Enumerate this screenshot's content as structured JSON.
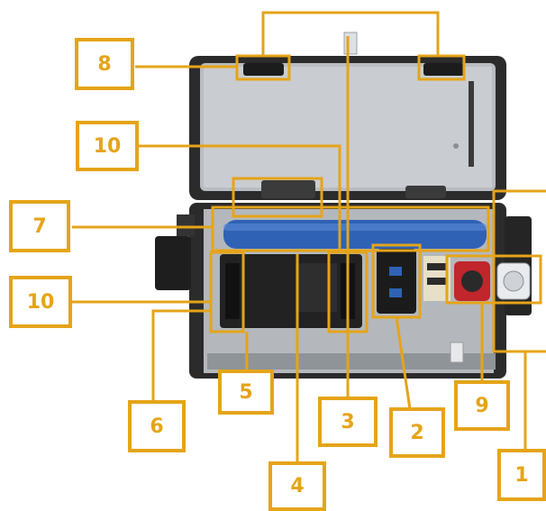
{
  "colors": {
    "callout": "#e5a419",
    "case_dark": "#2b2b2b",
    "lid_panel": "#b9bcc0",
    "tube": "#2f62b5",
    "module": "#222222",
    "connector_red": "#c0262c"
  },
  "callouts": [
    {
      "id": "c1",
      "label": "1"
    },
    {
      "id": "c2",
      "label": "2"
    },
    {
      "id": "c3",
      "label": "3"
    },
    {
      "id": "c4",
      "label": "4"
    },
    {
      "id": "c5",
      "label": "5"
    },
    {
      "id": "c6",
      "label": "6"
    },
    {
      "id": "c7",
      "label": "7"
    },
    {
      "id": "c8",
      "label": "8"
    },
    {
      "id": "c9",
      "label": "9"
    },
    {
      "id": "c10a",
      "label": "10"
    },
    {
      "id": "c10b",
      "label": "10"
    }
  ]
}
